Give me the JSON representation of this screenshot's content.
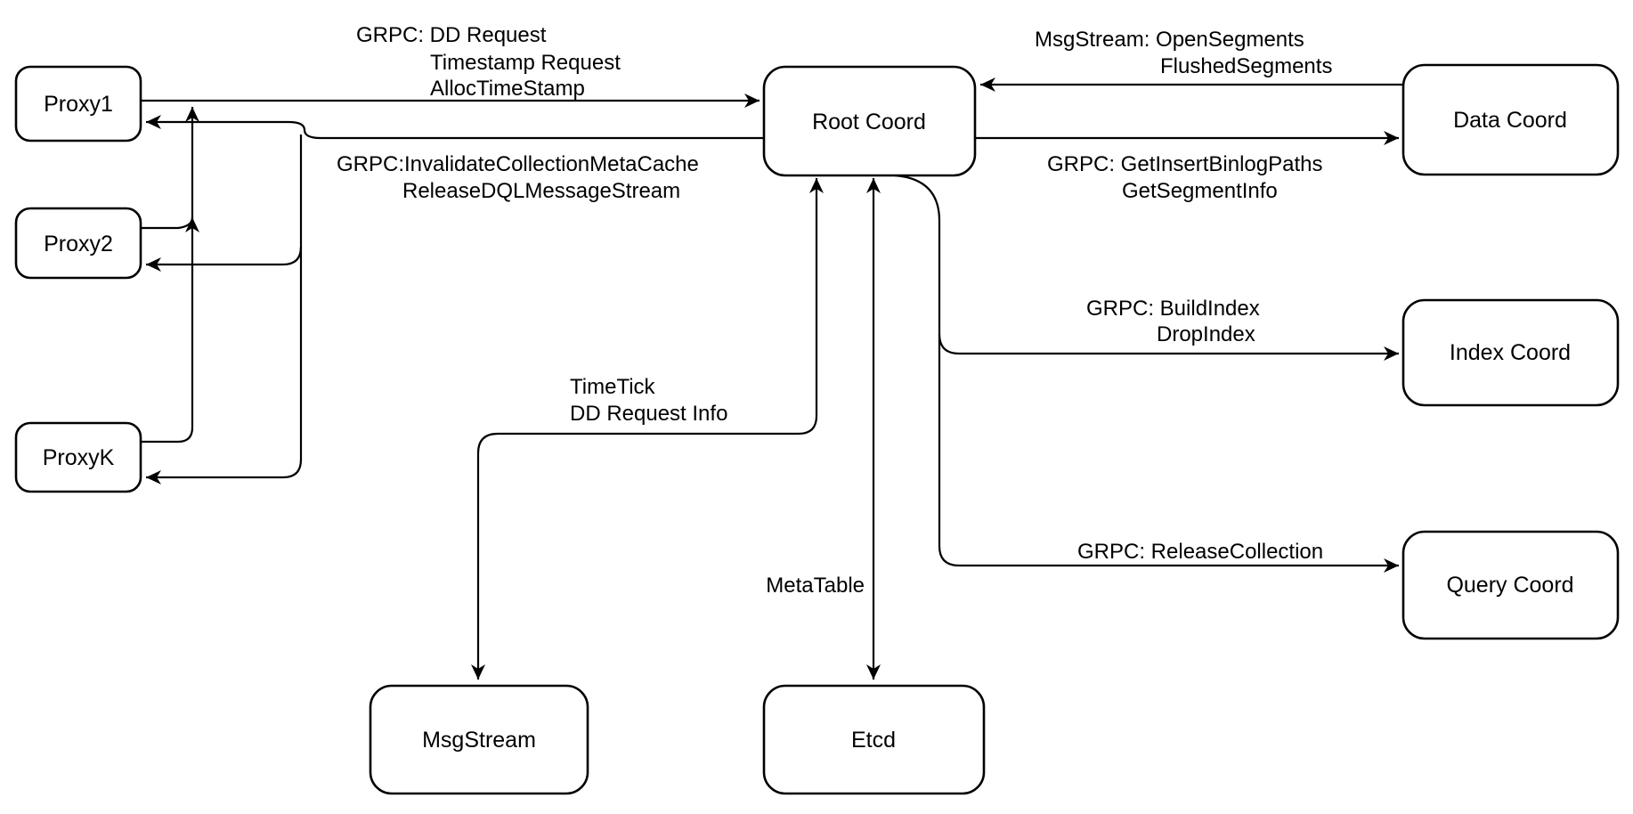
{
  "diagram": {
    "type": "architecture-diagram",
    "colors": {
      "background": "#ffffff",
      "node_fill": "#ffffff",
      "line": "#000000",
      "text": "#000000"
    },
    "nodes": {
      "proxy1": {
        "label": "Proxy1"
      },
      "proxy2": {
        "label": "Proxy2"
      },
      "proxyk": {
        "label": "ProxyK"
      },
      "root_coord": {
        "label": "Root Coord"
      },
      "data_coord": {
        "label": "Data Coord"
      },
      "index_coord": {
        "label": "Index Coord"
      },
      "query_coord": {
        "label": "Query Coord"
      },
      "msgstream": {
        "label": "MsgStream"
      },
      "etcd": {
        "label": "Etcd"
      }
    },
    "edge_labels": {
      "proxies_to_root": {
        "lines": [
          "GRPC: DD Request",
          "Timestamp Request",
          "AllocTimeStamp"
        ]
      },
      "root_to_proxies": {
        "lines": [
          "GRPC:InvalidateCollectionMetaCache",
          "ReleaseDQLMessageStream"
        ]
      },
      "data_to_root": {
        "lines": [
          "MsgStream: OpenSegments",
          "FlushedSegments"
        ]
      },
      "root_to_data": {
        "lines": [
          "GRPC: GetInsertBinlogPaths",
          "GetSegmentInfo"
        ]
      },
      "root_to_index": {
        "lines": [
          "GRPC: BuildIndex",
          "DropIndex"
        ]
      },
      "root_to_query": {
        "lines": [
          "GRPC: ReleaseCollection"
        ]
      },
      "root_to_msgstream": {
        "lines": [
          "TimeTick",
          "DD Request Info"
        ]
      },
      "root_to_etcd": {
        "lines": [
          "MetaTable"
        ]
      }
    }
  }
}
